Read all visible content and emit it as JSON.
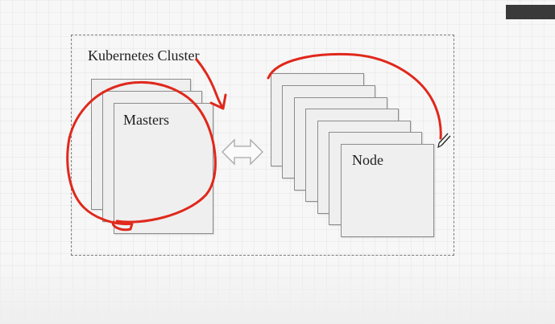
{
  "diagram": {
    "cluster_title": "Kubernetes Cluster",
    "masters_label": "Masters",
    "node_label": "Node"
  },
  "colors": {
    "card_fill": "#efefef",
    "card_border": "#8c8c8c",
    "frame_border": "#7a7a7a",
    "annotation": "#e0281b",
    "arrow_stroke": "#a8a8a8"
  },
  "icons": {
    "connection": "double-arrow-icon",
    "pen_cursor": "pen-cursor-icon"
  }
}
